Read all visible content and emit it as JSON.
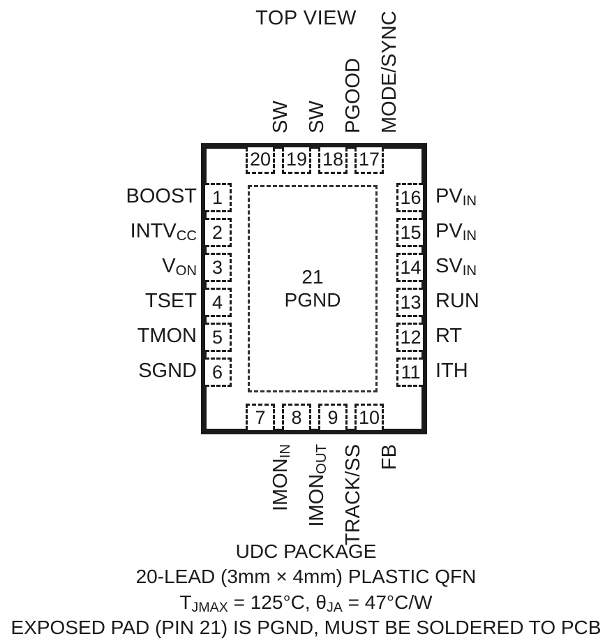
{
  "title": "TOP VIEW",
  "package": {
    "center_pad": {
      "number": "21",
      "label": "PGND"
    }
  },
  "pins": {
    "left": [
      {
        "number": "1",
        "name": "BOOST",
        "sub": ""
      },
      {
        "number": "2",
        "name": "INTV",
        "sub": "CC"
      },
      {
        "number": "3",
        "name": "V",
        "sub": "ON"
      },
      {
        "number": "4",
        "name": "TSET",
        "sub": ""
      },
      {
        "number": "5",
        "name": "TMON",
        "sub": ""
      },
      {
        "number": "6",
        "name": "SGND",
        "sub": ""
      }
    ],
    "bottom": [
      {
        "number": "7",
        "name": "IMON",
        "sub": "IN"
      },
      {
        "number": "8",
        "name": "IMON",
        "sub": "OUT"
      },
      {
        "number": "9",
        "name": "TRACK/SS",
        "sub": ""
      },
      {
        "number": "10",
        "name": "FB",
        "sub": ""
      }
    ],
    "right": [
      {
        "number": "11",
        "name": "ITH",
        "sub": ""
      },
      {
        "number": "12",
        "name": "RT",
        "sub": ""
      },
      {
        "number": "13",
        "name": "RUN",
        "sub": ""
      },
      {
        "number": "14",
        "name": "SV",
        "sub": "IN"
      },
      {
        "number": "15",
        "name": "PV",
        "sub": "IN"
      },
      {
        "number": "16",
        "name": "PV",
        "sub": "IN"
      }
    ],
    "top": [
      {
        "number": "17",
        "name": "MODE/SYNC",
        "sub": ""
      },
      {
        "number": "18",
        "name": "PGOOD",
        "sub": ""
      },
      {
        "number": "19",
        "name": "SW",
        "sub": ""
      },
      {
        "number": "20",
        "name": "SW",
        "sub": ""
      }
    ]
  },
  "caption": {
    "line1": "UDC PACKAGE",
    "line2": "20-LEAD (3mm × 4mm) PLASTIC QFN",
    "line3_a": "T",
    "line3_a_sub": "JMAX",
    "line3_b": " = 125°C, θ",
    "line3_b_sub": "JA",
    "line3_c": " = 47°C/W",
    "line4": "EXPOSED PAD (PIN 21) IS PGND, MUST BE SOLDERED TO PCB"
  },
  "colors": {
    "ink": "#1a1a1a",
    "background": "#ffffff"
  }
}
